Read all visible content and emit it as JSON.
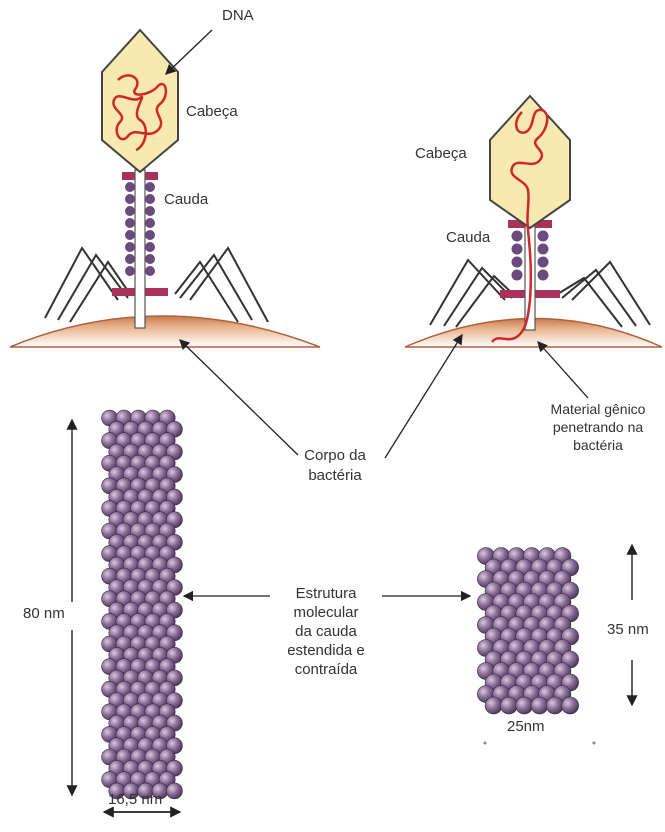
{
  "labels": {
    "dna": "DNA",
    "head_left": "Cabeça",
    "tail_left": "Cauda",
    "head_right": "Cabeça",
    "tail_right": "Cauda",
    "genetic_material": [
      "Material gênico",
      "penetrando na",
      "bactéria"
    ],
    "bacterial_body": [
      "Corpo da",
      "bactéria"
    ],
    "tail_structure": [
      "Estrutura",
      "molecular",
      "da cauda",
      "estendida e",
      "contraída"
    ],
    "length_extended": "80 nm",
    "width_extended": "16,5 nm",
    "length_contracted": "35 nm",
    "width_contracted": "25nm"
  },
  "colors": {
    "head_fill": "#f7e9b0",
    "dna": "#d02828",
    "tail": "#6b4a7e",
    "plate": "#a8325a",
    "bacteria": "#d9a27a",
    "sphere": "#8a6f96"
  }
}
